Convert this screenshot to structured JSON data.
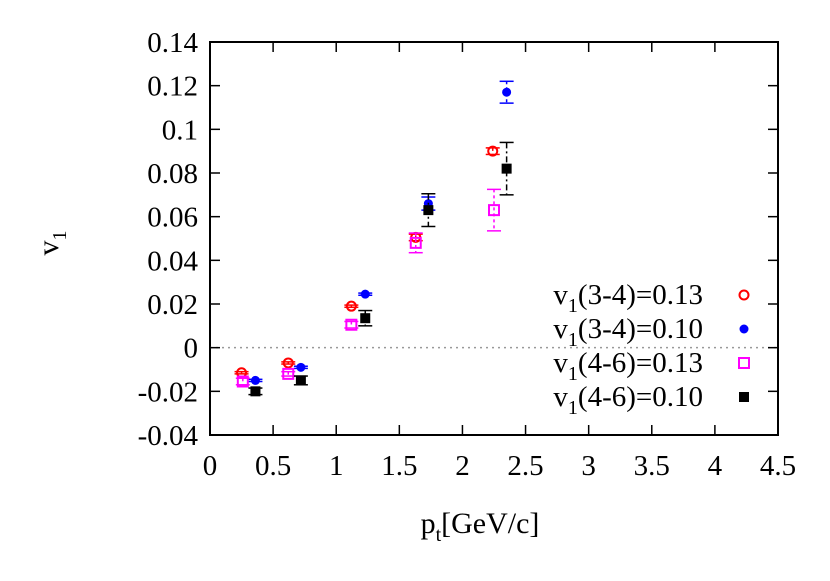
{
  "chart_data": {
    "type": "scatter",
    "xlabel_main": "p",
    "xlabel_sub": "t",
    "xlabel_rest": "[GeV/c]",
    "ylabel_main": "v",
    "ylabel_sub": "1",
    "xlim": [
      0,
      4.5
    ],
    "ylim": [
      -0.04,
      0.14
    ],
    "xticks": [
      {
        "value": 0,
        "label": "0"
      },
      {
        "value": 0.5,
        "label": "0.5"
      },
      {
        "value": 1,
        "label": "1"
      },
      {
        "value": 1.5,
        "label": "1.5"
      },
      {
        "value": 2,
        "label": "2"
      },
      {
        "value": 2.5,
        "label": "2.5"
      },
      {
        "value": 3,
        "label": "3"
      },
      {
        "value": 3.5,
        "label": "3.5"
      },
      {
        "value": 4,
        "label": "4"
      },
      {
        "value": 4.5,
        "label": "4.5"
      }
    ],
    "yticks": [
      {
        "value": -0.04,
        "label": "-0.04"
      },
      {
        "value": -0.02,
        "label": "-0.02"
      },
      {
        "value": 0,
        "label": "0"
      },
      {
        "value": 0.02,
        "label": "0.02"
      },
      {
        "value": 0.04,
        "label": "0.04"
      },
      {
        "value": 0.06,
        "label": "0.06"
      },
      {
        "value": 0.08,
        "label": "0.08"
      },
      {
        "value": 0.1,
        "label": "0.1"
      },
      {
        "value": 0.12,
        "label": "0.12"
      },
      {
        "value": 0.14,
        "label": "0.14"
      }
    ],
    "zero_line": true,
    "legend_position": "bottom-right",
    "series": [
      {
        "key": "s1",
        "legend_main": "v",
        "legend_sub": "1",
        "legend_rest": "(3-4)=0.13",
        "color": "#ff0000",
        "marker": "open-circle",
        "points": [
          {
            "x": 0.25,
            "y": -0.0115,
            "err": 0.0005
          },
          {
            "x": 0.62,
            "y": -0.007,
            "err": 0.0005
          },
          {
            "x": 1.12,
            "y": 0.019,
            "err": 0.0005
          },
          {
            "x": 1.63,
            "y": 0.0505,
            "err": 0.0015
          },
          {
            "x": 2.24,
            "y": 0.09,
            "err": 0.0015
          }
        ]
      },
      {
        "key": "s2",
        "legend_main": "v",
        "legend_sub": "1",
        "legend_rest": "(3-4)=0.10",
        "color": "#0000ff",
        "marker": "filled-circle",
        "points": [
          {
            "x": 0.36,
            "y": -0.015,
            "err": 0.0005
          },
          {
            "x": 0.72,
            "y": -0.009,
            "err": 0.0005
          },
          {
            "x": 1.23,
            "y": 0.0245,
            "err": 0.0005
          },
          {
            "x": 1.73,
            "y": 0.066,
            "err": 0.003
          },
          {
            "x": 2.35,
            "y": 0.117,
            "err": 0.005
          }
        ]
      },
      {
        "key": "s3",
        "legend_main": "v",
        "legend_sub": "1",
        "legend_rest": "(4-6)=0.13",
        "color": "#ff00ff",
        "marker": "open-square",
        "points": [
          {
            "x": 0.26,
            "y": -0.0155,
            "err": 0.0015
          },
          {
            "x": 0.62,
            "y": -0.012,
            "err": 0.001
          },
          {
            "x": 1.12,
            "y": 0.0105,
            "err": 0.0015
          },
          {
            "x": 1.63,
            "y": 0.048,
            "err": 0.0045
          },
          {
            "x": 2.25,
            "y": 0.063,
            "err": 0.0095
          }
        ]
      },
      {
        "key": "s4",
        "legend_main": "v",
        "legend_sub": "1",
        "legend_rest": "(4-6)=0.10",
        "color": "#000000",
        "marker": "filled-square",
        "points": [
          {
            "x": 0.36,
            "y": -0.02,
            "err": 0.0015
          },
          {
            "x": 0.72,
            "y": -0.015,
            "err": 0.002
          },
          {
            "x": 1.23,
            "y": 0.0135,
            "err": 0.0035
          },
          {
            "x": 1.73,
            "y": 0.063,
            "err": 0.0075
          },
          {
            "x": 2.35,
            "y": 0.082,
            "err": 0.012
          }
        ]
      }
    ]
  }
}
